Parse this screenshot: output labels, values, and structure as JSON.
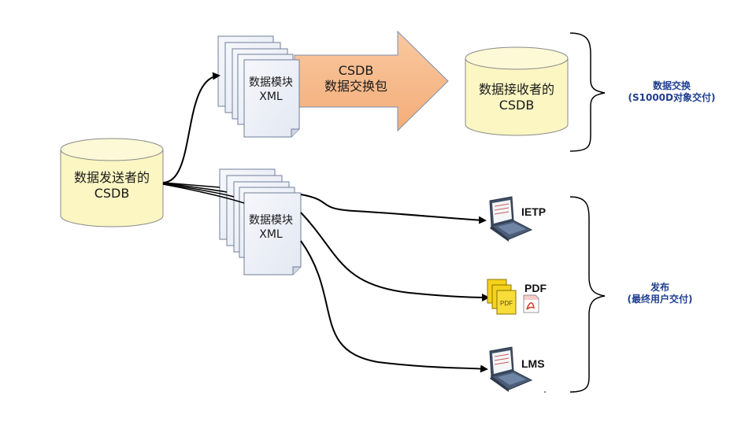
{
  "sender_db": {
    "line1": "数据发送者的",
    "line2": "CSDB"
  },
  "receiver_db": {
    "line1": "数据接收者的",
    "line2": "CSDB"
  },
  "module_stack_top": {
    "line1": "数据模块",
    "line2": "XML"
  },
  "module_stack_bottom": {
    "line1": "数据模块",
    "line2": "XML"
  },
  "exchange_package": {
    "line1": "CSDB",
    "line2": "数据交换包"
  },
  "outputs": {
    "ietp": "IETP",
    "pdf": "PDF",
    "lms": "LMS",
    "pdf_badge": "PDF"
  },
  "groups": {
    "exchange": {
      "line1": "数据交换",
      "line2": "(S1000D对象交付)"
    },
    "publish": {
      "line1": "发布",
      "line2": "(最终用户交付)"
    }
  },
  "colors": {
    "cylinder_fill": "#fbf6c2",
    "arrow_fill": "#f7bb8e",
    "page_fill": "#eef1f7",
    "label_blue": "#1f3f8f"
  }
}
